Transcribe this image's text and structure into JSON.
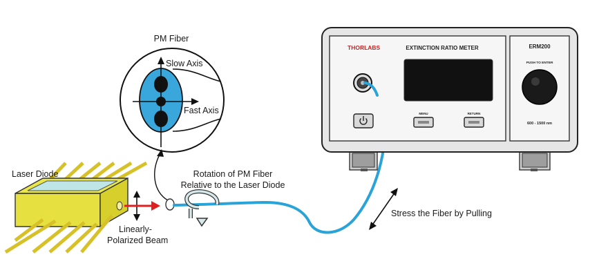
{
  "labels": {
    "pm_fiber": "PM Fiber",
    "slow_axis": "Slow Axis",
    "fast_axis": "Fast Axis",
    "laser_diode": "Laser Diode",
    "rotation_line1": "Rotation of PM Fiber",
    "rotation_line2": "Relative to the Laser Diode",
    "beam_line1": "Linearly-",
    "beam_line2": "Polarized Beam",
    "stress": "Stress the Fiber by Pulling"
  },
  "instrument": {
    "brand": "THORLABS",
    "title": "EXTINCTION RATIO METER",
    "model": "ERM200",
    "knob_label": "PUSH TO ENTER",
    "menu_label": "MENU",
    "return_label": "RETURN",
    "wavelength": "600 - 1500 nm"
  },
  "colors": {
    "fiber": "#2aa3d8",
    "fiber_core": "#3aa7dc",
    "laser_body": "#e8e64a",
    "laser_window": "#bfe6e6",
    "beam": "#e02020",
    "panel": "#f2f2f2",
    "screen": "#111111",
    "brand_red": "#cc2222"
  },
  "icons": {
    "power": "power-icon"
  }
}
